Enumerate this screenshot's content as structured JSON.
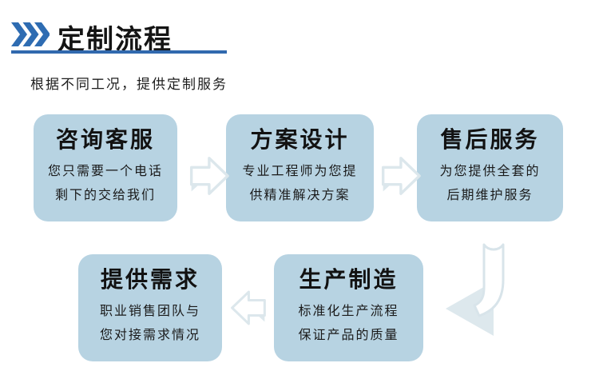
{
  "header": {
    "title": "定制流程",
    "subtitle": "根据不同工况，提供定制服务"
  },
  "icons": {
    "header_icon": "triple-chevron-right-icon",
    "forward_icon": "arrow-right-icon",
    "backward_icon": "arrow-left-icon",
    "turn_icon": "bent-arrow-down-left-icon"
  },
  "colors": {
    "accent_blue": "#2e6cb2",
    "underline_blue": "#3169ae",
    "box_fill": "#b7d3e2",
    "arrow_outline": "#dce7ec",
    "arrow_solid": "#dde8ed",
    "text_black": "#141414"
  },
  "flow": {
    "steps": [
      {
        "title": "咨询客服",
        "line1": "您只需要一个电话",
        "line2": "剩下的交给我们"
      },
      {
        "title": "方案设计",
        "line1": "专业工程师为您提",
        "line2": "供精准解决方案"
      },
      {
        "title": "售后服务",
        "line1": "为您提供全套的",
        "line2": "后期维护服务"
      },
      {
        "title": "提供需求",
        "line1": "职业销售团队与",
        "line2": "您对接需求情况"
      },
      {
        "title": "生产制造",
        "line1": "标准化生产流程",
        "line2": "保证产品的质量"
      }
    ]
  }
}
